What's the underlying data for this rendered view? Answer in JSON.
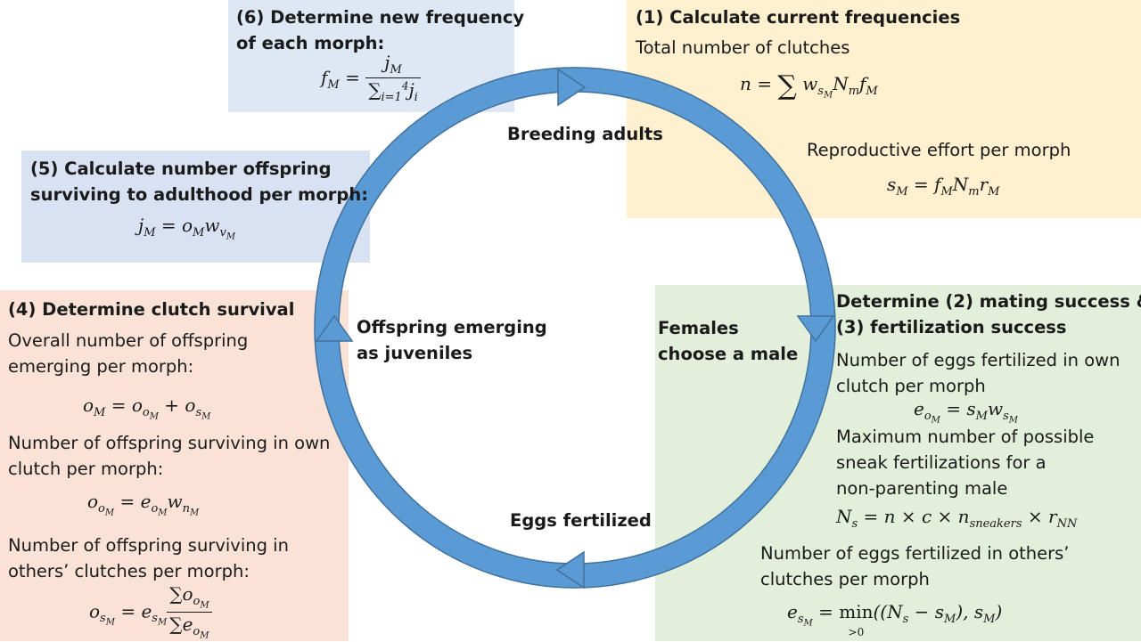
{
  "colors": {
    "arrow_fill": "#5b9bd5",
    "arrow_stroke": "#41719c",
    "box_6": "#dde8f4",
    "box_1": "#fff0cf",
    "box_5": "#d9e2f3",
    "box_4": "#fae3d6",
    "box_23": "#e2efda"
  },
  "cycle": {
    "breeding": "Breeding adults",
    "females_l1": "Females",
    "females_l2": "choose a male",
    "eggs": "Eggs fertilized",
    "offspring_l1": "Offspring emerging",
    "offspring_l2": "as juveniles"
  },
  "step6": {
    "title_l1": "(6) Determine new frequency",
    "title_l2": "of each morph:"
  },
  "step1": {
    "title": "(1) Calculate current frequencies",
    "total_label": "Total number of clutches",
    "effort_label": "Reproductive effort per morph"
  },
  "step5": {
    "title_l1": "(5) Calculate number offspring",
    "title_l2": "surviving to adulthood per morph:"
  },
  "step4": {
    "title": "(4) Determine clutch survival",
    "overall_l1": "Overall number of offspring",
    "overall_l2": "emerging per morph:",
    "own_l1": "Number of offspring surviving in own",
    "own_l2": "clutch per morph:",
    "others_l1": "Number of offspring surviving in",
    "others_l2": "others’ clutches per morph:"
  },
  "step23": {
    "title_l1": "Determine (2) mating success &",
    "title_l2": "(3) fertilization success",
    "eggs_own_l1": "Number of eggs fertilized in own",
    "eggs_own_l2": "clutch per morph",
    "max_l1": "Maximum number of possible",
    "max_l2": "sneak fertilizations for a",
    "max_l3": "non-parenting male",
    "eggs_others_l1": "Number of eggs fertilized in  others’",
    "eggs_others_l2": "clutches per morph"
  }
}
